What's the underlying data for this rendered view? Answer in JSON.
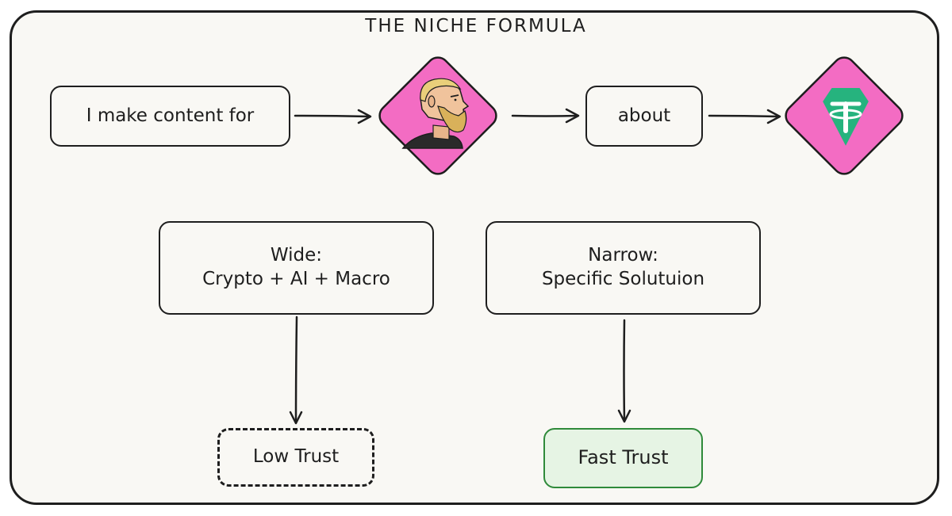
{
  "title": "THE NICHE FORMULA",
  "nodes": {
    "intro": "I make content for",
    "about": "about",
    "wide": {
      "label": "Wide:",
      "detail": "Crypto + AI + Macro"
    },
    "narrow": {
      "label": "Narrow:",
      "detail": "Specific Solutuion"
    },
    "low_trust": "Low Trust",
    "fast_trust": "Fast Trust"
  },
  "icons": {
    "audience": "bearded-chad-avatar-icon",
    "topic": "tether-logo-icon"
  },
  "colors": {
    "stroke": "#1e1e1e",
    "background": "#f9f8f4",
    "diamond_fill": "#f36cc3",
    "tether_green": "#26b37e",
    "fast_trust_border": "#2f8a3a",
    "fast_trust_fill": "#e6f4e4"
  },
  "edges": [
    {
      "from": "intro",
      "to": "audience"
    },
    {
      "from": "audience",
      "to": "about"
    },
    {
      "from": "about",
      "to": "topic"
    },
    {
      "from": "wide",
      "to": "low_trust"
    },
    {
      "from": "narrow",
      "to": "fast_trust"
    }
  ]
}
